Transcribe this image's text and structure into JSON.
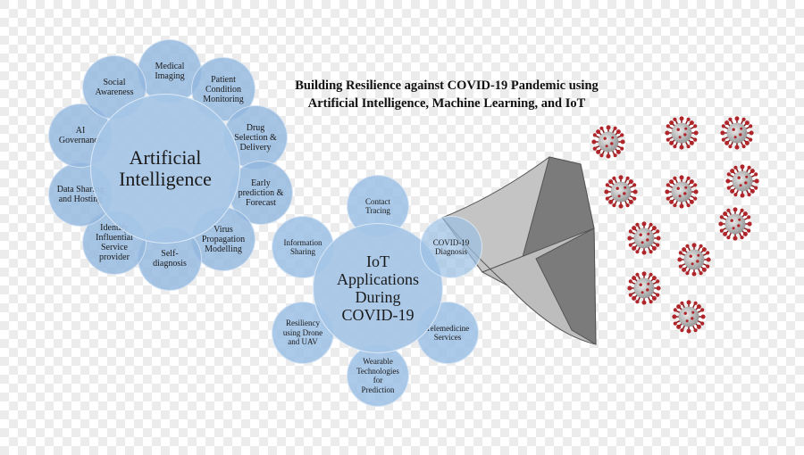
{
  "title": {
    "line1": "Building Resilience against COVID-19 Pandemic using",
    "line2": "Artificial Intelligence, Machine Learning, and IoT"
  },
  "ai": {
    "hub": [
      "Artificial",
      "Intelligence"
    ],
    "nodes": {
      "medical": [
        "Medical",
        "Imaging"
      ],
      "patient": [
        "Patient",
        "Condition",
        "Monitoring"
      ],
      "drug": [
        "Drug",
        "Selection &",
        "Delivery"
      ],
      "early": [
        "Early",
        "prediction &",
        "Forecast"
      ],
      "virus": [
        "Virus",
        "Propagation",
        "Modelling"
      ],
      "self": [
        "Self-",
        "diagnosis"
      ],
      "identify": [
        "Identify",
        "Influential",
        "Service",
        "provider"
      ],
      "datasharing": [
        "Data Sharing",
        "and Hosting"
      ],
      "governance": [
        "AI",
        "Governance"
      ],
      "social": [
        "Social",
        "Awareness"
      ]
    }
  },
  "iot": {
    "hub": [
      "IoT",
      "Applications",
      "During",
      "COVID-19"
    ],
    "nodes": {
      "contact": [
        "Contact",
        "Tracing"
      ],
      "covid": [
        "COVID-19",
        "Diagnosis"
      ],
      "tele": [
        "Telemedicine",
        "Services"
      ],
      "wearable": [
        "Wearable",
        "Technologies",
        "for",
        "Prediction"
      ],
      "drone": [
        "Resiliency",
        "using Drone",
        "and UAV"
      ],
      "info": [
        "Information",
        "Sharing"
      ]
    }
  },
  "colors": {
    "node_fill": "#93b7de",
    "hub_fill": "#a5c5e6",
    "shield_dark": "#7b7b7b",
    "shield_light": "#c4c4c4",
    "virus_red": "#b0252a"
  }
}
